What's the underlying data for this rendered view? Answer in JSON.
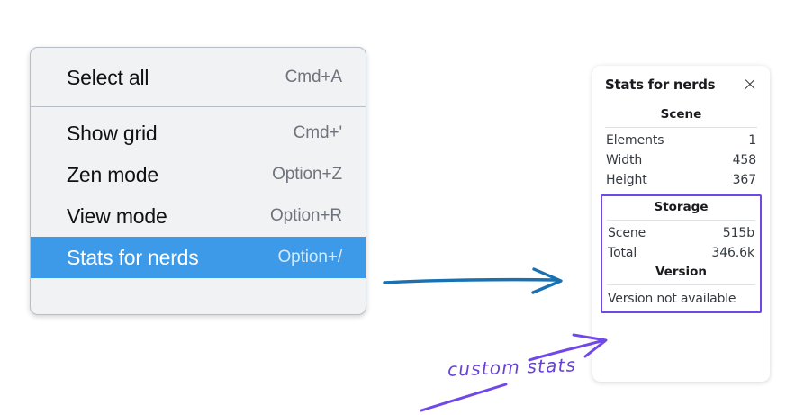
{
  "menu": {
    "groups": [
      {
        "items": [
          {
            "label": "Select all",
            "shortcut": "Cmd+A",
            "selected": false
          }
        ]
      },
      {
        "items": [
          {
            "label": "Show grid",
            "shortcut": "Cmd+'",
            "selected": false
          },
          {
            "label": "Zen mode",
            "shortcut": "Option+Z",
            "selected": false
          },
          {
            "label": "View mode",
            "shortcut": "Option+R",
            "selected": false
          },
          {
            "label": "Stats for nerds",
            "shortcut": "Option+/",
            "selected": true
          }
        ]
      }
    ],
    "highlight_color": "#3c9ae8"
  },
  "stats_panel": {
    "title": "Stats for nerds",
    "close_icon": "close-icon",
    "sections": [
      {
        "name": "scene",
        "heading": "Scene",
        "rows": [
          {
            "key": "Elements",
            "value": "1"
          },
          {
            "key": "Width",
            "value": "458"
          },
          {
            "key": "Height",
            "value": "367"
          }
        ]
      },
      {
        "name": "storage",
        "heading": "Storage",
        "rows": [
          {
            "key": "Scene",
            "value": "515b"
          },
          {
            "key": "Total",
            "value": "346.6k"
          }
        ]
      },
      {
        "name": "version",
        "heading": "Version",
        "text": "Version not available"
      }
    ],
    "highlight_border_color": "#7048e8"
  },
  "annotations": {
    "note_text": "custom stats",
    "note_color": "#6741d9",
    "arrow_color": "#1971b2"
  }
}
